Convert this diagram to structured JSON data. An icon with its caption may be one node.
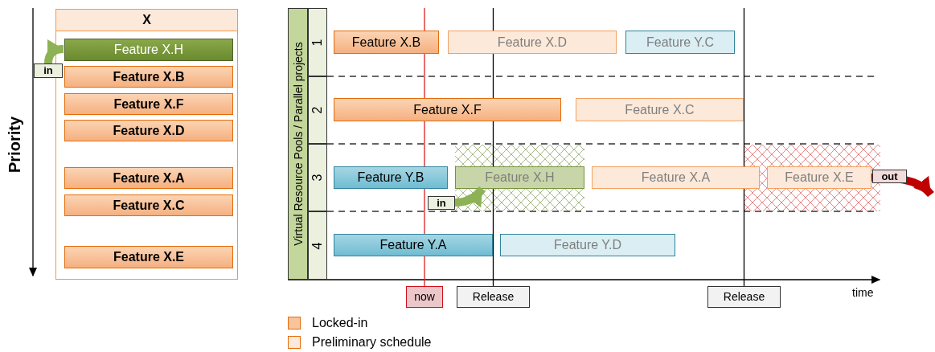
{
  "diagram": {
    "nodes": [
      {
        "text": [
          "X"
        ]
      },
      {
        "text": [
          "Feature X.H"
        ],
        "in": 0
      },
      {
        "text": [
          "Feature X.B"
        ],
        "in": 0
      },
      {
        "text": [
          "Feature X.F"
        ],
        "in": 0
      },
      {
        "text": [
          "Feature X.D"
        ],
        "in": 0
      },
      {
        "text": [
          "Feature X.A"
        ],
        "in": 0
      },
      {
        "text": [
          "Feature X.C"
        ],
        "in": 0
      },
      {
        "text": [
          "Feature X.E"
        ],
        "in": 0
      },
      {
        "text": [
          "Virtual Resource Pools / Parallel projects"
        ]
      },
      {
        "text": [
          "1"
        ]
      },
      {
        "text": [
          "2"
        ]
      },
      {
        "text": [
          "3"
        ]
      },
      {
        "text": [
          "4"
        ]
      },
      {
        "text": [
          "Feature X.B"
        ]
      },
      {
        "text": [
          "Feature X.D"
        ]
      },
      {
        "text": [
          "Feature Y.C"
        ]
      },
      {
        "text": [
          "Feature X.F"
        ]
      },
      {
        "text": [
          "Feature X.C"
        ]
      },
      {
        "text": [
          "Feature Y.B"
        ]
      },
      {
        "text": [
          "Feature X.H"
        ]
      },
      {
        "text": [
          "Feature X.A"
        ]
      },
      {
        "text": [
          "Feature X.E"
        ]
      },
      {
        "text": [
          "Feature Y.A"
        ]
      },
      {
        "text": [
          "Feature Y.D"
        ]
      },
      {
        "text": [
          "now"
        ]
      },
      {
        "text": [
          "Release"
        ]
      },
      {
        "text": [
          "Release"
        ]
      }
    ],
    "edges": [
      {
        "from": null,
        "to": 1,
        "arrow": "to",
        "label": "in",
        "color": "#8db255"
      },
      {
        "from": null,
        "to": 19,
        "arrow": "to",
        "label": "in",
        "color": "#8db255"
      },
      {
        "from": 21,
        "to": null,
        "arrow": "to",
        "label": "out",
        "color": "#c00000"
      }
    ],
    "labels": [
      "Priority",
      "time"
    ],
    "legend": [
      {
        "text": "Locked-in",
        "color": "#f8c49c"
      },
      {
        "text": "Preliminary schedule",
        "color": "#fde9d9"
      }
    ]
  }
}
